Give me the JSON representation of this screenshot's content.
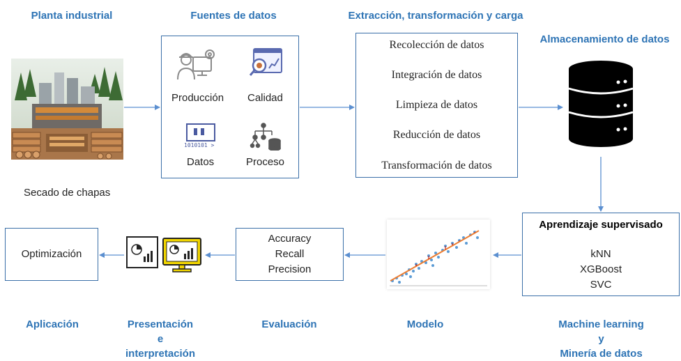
{
  "sections": {
    "plant": "Planta industrial",
    "sources": "Fuentes de datos",
    "etl": "Extracción, transformación y carga",
    "storage": "Almacenamiento de datos",
    "application": "Aplicación",
    "presentation_l1": "Presentación",
    "presentation_l2": "e",
    "presentation_l3": "interpretación",
    "evaluation": "Evaluación",
    "model": "Modelo",
    "ml_l1": "Machine learning",
    "ml_l2": "y",
    "ml_l3": "Minería de datos"
  },
  "plant_caption": "Secado de chapas",
  "sources_items": [
    "Producción",
    "Calidad",
    "Datos",
    "Proceso"
  ],
  "etl_steps": [
    "Recolección de datos",
    "Integración de datos",
    "Limpieza de datos",
    "Reducción de datos",
    "Transformación de datos"
  ],
  "ml_box": {
    "title": "Aprendizaje supervisado",
    "algorithms": [
      "kNN",
      "XGBoost",
      "SVC"
    ]
  },
  "evaluation_metrics": [
    "Accuracy",
    "Recall",
    "Precision"
  ],
  "application_box": "Optimización",
  "icons": {
    "production": "worker-gear-icon",
    "quality": "magnifier-chart-icon",
    "data": "binary-computer-icon",
    "process": "hierarchy-database-icon",
    "storage": "database-cylinder-icon",
    "presentation": "dashboard-monitor-icon"
  },
  "colors": {
    "title": "#2e74b5",
    "arrow": "#5b8fd0",
    "box_border": "#3a6fa8",
    "monitor": "#f2d600"
  }
}
